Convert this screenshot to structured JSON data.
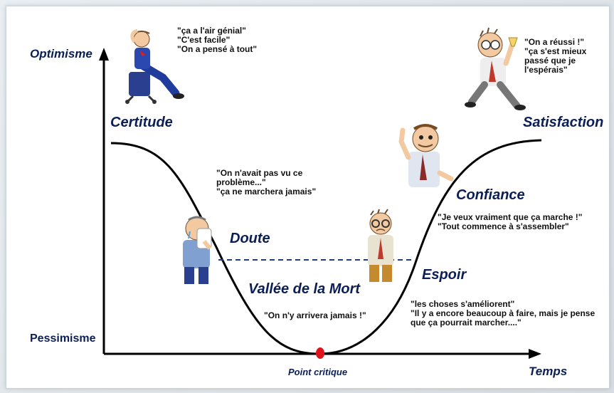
{
  "axes": {
    "y_top": "Optimisme",
    "y_bottom": "Pessimisme",
    "x_end": "Temps",
    "critical_point": "Point critique"
  },
  "stages": {
    "certitude": "Certitude",
    "doute": "Doute",
    "vallee": "Vallée de la Mort",
    "espoir": "Espoir",
    "confiance": "Confiance",
    "satisfaction": "Satisfaction"
  },
  "quotes": {
    "certitude": [
      "\"ça a l'air génial\"",
      "\"C'est facile\"",
      "\"On a pensé à tout\""
    ],
    "doute": [
      "\"On n'avait pas vu ce",
      "problème...\"",
      "\"ça ne marchera jamais\""
    ],
    "vallee": [
      "\"On n'y arrivera jamais !\""
    ],
    "espoir": [
      "\"les choses s'améliorent\"",
      "\"Il y a encore beaucoup à faire, mais je pense",
      "que ça pourrait marcher....\""
    ],
    "confiance": [
      "\"Je veux vraiment que ça marche !\"",
      "\"Tout commence à s'assembler\""
    ],
    "satisfaction": [
      "\"On a réussi !\"",
      "\"ça s'est mieux",
      "passé que je",
      "l'espérais\""
    ]
  },
  "colors": {
    "curve": "#000000",
    "label_blue": "#0b1f55",
    "dashed_line": "#1d3f7a",
    "critical_point": "#e0141a"
  },
  "characters": [
    "relaxed-person-icon",
    "crying-person-icon",
    "worried-person-icon",
    "pointing-person-icon",
    "celebrating-person-icon"
  ]
}
